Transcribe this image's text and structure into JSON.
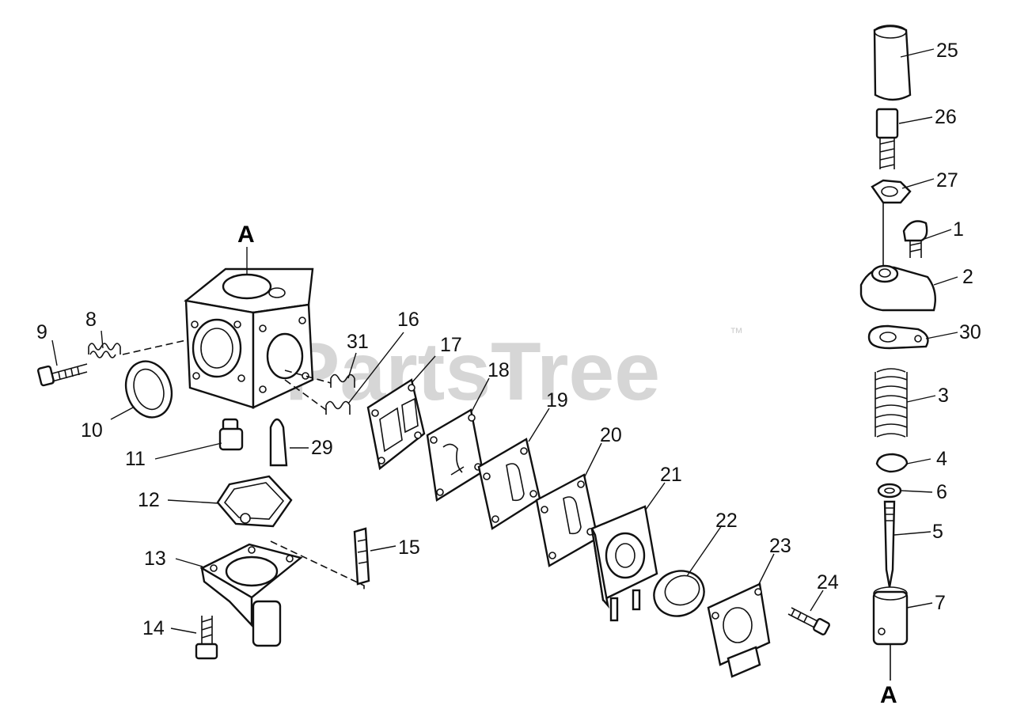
{
  "watermark": {
    "text": "PartsTree",
    "trademark": "™"
  },
  "reference_marks": {
    "top": "A",
    "bottom": "A"
  },
  "callouts": {
    "p1": "1",
    "p2": "2",
    "p3": "3",
    "p4": "4",
    "p5": "5",
    "p6": "6",
    "p7": "7",
    "p8": "8",
    "p9": "9",
    "p10": "10",
    "p11": "11",
    "p12": "12",
    "p13": "13",
    "p14": "14",
    "p15": "15",
    "p16": "16",
    "p17": "17",
    "p18": "18",
    "p19": "19",
    "p20": "20",
    "p21": "21",
    "p22": "22",
    "p23": "23",
    "p24": "24",
    "p25": "25",
    "p26": "26",
    "p27": "27",
    "p29": "29",
    "p30": "30",
    "p31": "31"
  }
}
